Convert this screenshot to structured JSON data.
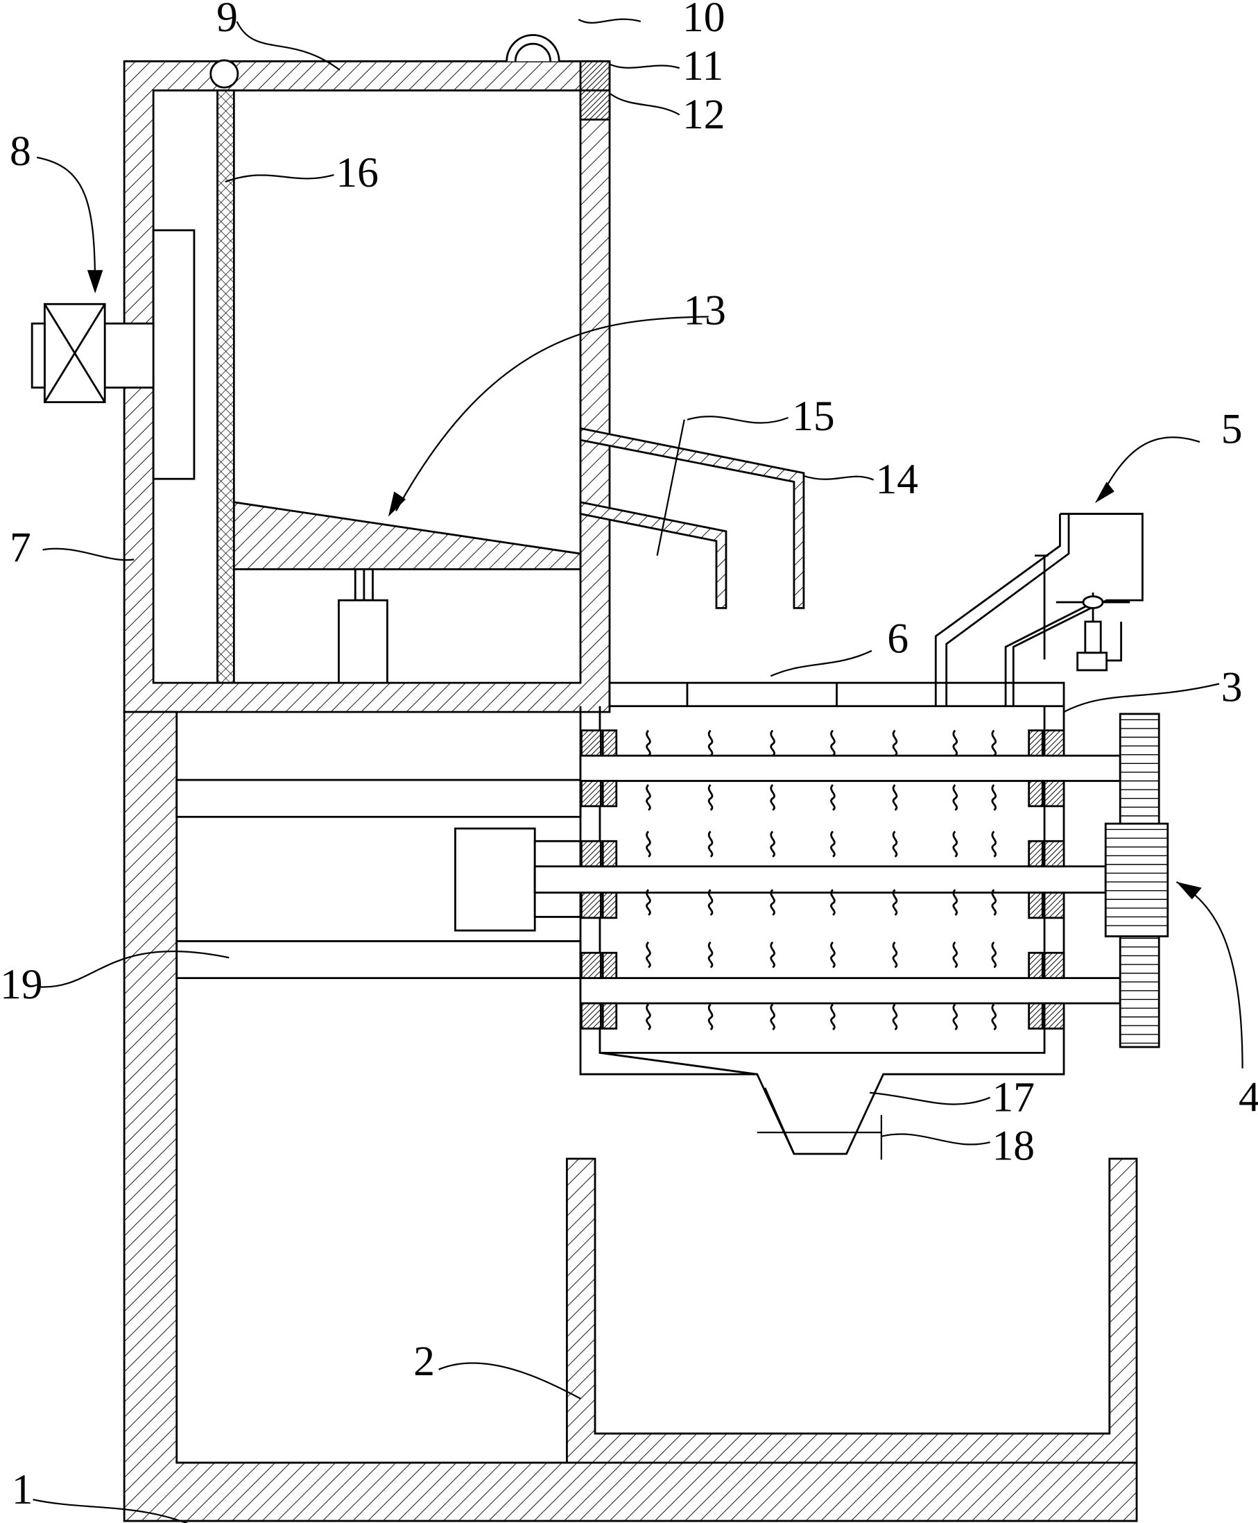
{
  "diagram": {
    "labels": {
      "l1": "1",
      "l2": "2",
      "l3": "3",
      "l4": "4",
      "l5": "5",
      "l6": "6",
      "l7": "7",
      "l8": "8",
      "l9": "9",
      "l10": "10",
      "l11": "11",
      "l12": "12",
      "l13": "13",
      "l14": "14",
      "l15": "15",
      "l16": "16",
      "l17": "17",
      "l18": "18",
      "l19": "19"
    },
    "colors": {
      "line": "#000000",
      "background": "#ffffff"
    }
  }
}
